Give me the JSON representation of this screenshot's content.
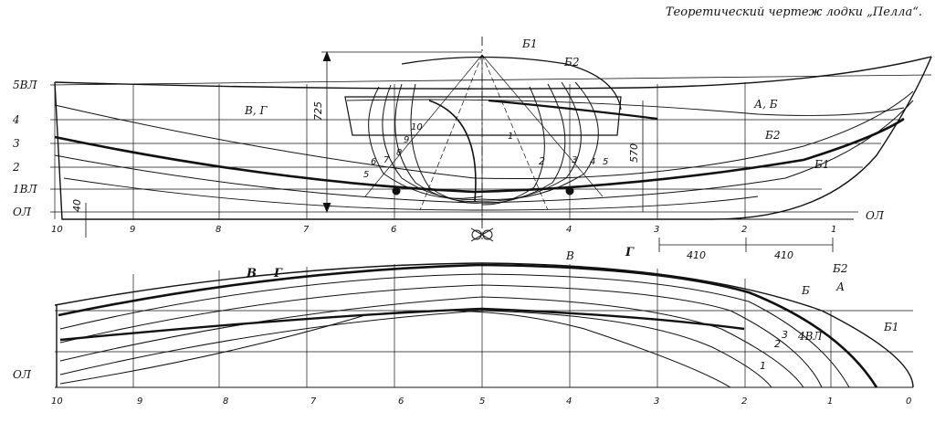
{
  "title": "Теоретический чертеж лодки „Пелла“.",
  "profile": {
    "waterlines": [
      "5ВЛ",
      "4",
      "3",
      "2",
      "1ВЛ",
      "ОЛ"
    ],
    "stations": [
      "10",
      "9",
      "8",
      "7",
      "6",
      "4",
      "3",
      "2",
      "1"
    ],
    "line_labels": [
      "В, Г",
      "А, Б",
      "Б2",
      "Б1",
      "Б1",
      "Б2"
    ],
    "dims": {
      "d725": "725",
      "d570": "570",
      "d40": "40",
      "d410a": "410",
      "d410b": "410"
    },
    "ol_right": "ОЛ"
  },
  "body_plan": {
    "left_sections": [
      "10",
      "9",
      "8",
      "7",
      "6",
      "5"
    ],
    "right_sections": [
      "1",
      "2",
      "3",
      "4",
      "5"
    ]
  },
  "plan": {
    "ol": "ОЛ",
    "stations": [
      "10",
      "9",
      "8",
      "7",
      "6",
      "5",
      "4",
      "3",
      "2",
      "1",
      "0"
    ],
    "line_labels": [
      "В",
      "Г",
      "В",
      "Г",
      "Б2",
      "Б",
      "А",
      "Б1",
      "4ВЛ",
      "3",
      "2",
      "1"
    ]
  },
  "colors": {
    "ink": "#111111",
    "paper": "#ffffff"
  }
}
